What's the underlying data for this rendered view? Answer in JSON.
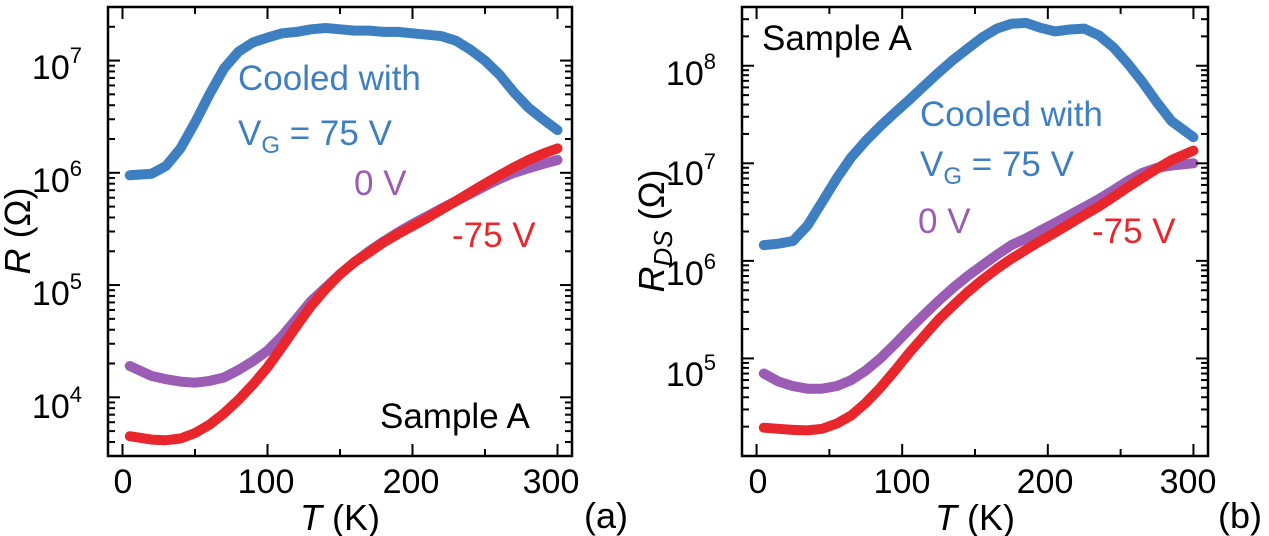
{
  "chart_data": [
    {
      "type": "line",
      "panel_label": "(a)",
      "xlabel_italic": "T",
      "xlabel_rest": " (K)",
      "ylabel_italic": "R",
      "ylabel_rest": " (Ω)",
      "ylog": true,
      "xlim": [
        -10,
        310
      ],
      "ylim": [
        3000,
        30000000
      ],
      "x_ticks": [
        0,
        100,
        200,
        300
      ],
      "x_tick_labels": [
        "0",
        "100",
        "200",
        "300"
      ],
      "y_ticks": [
        10000,
        100000,
        1000000,
        10000000
      ],
      "y_tick_labels": [
        {
          "base": "10",
          "exp": "4"
        },
        {
          "base": "10",
          "exp": "5"
        },
        {
          "base": "10",
          "exp": "6"
        },
        {
          "base": "10",
          "exp": "7"
        }
      ],
      "annotations": {
        "cooled": "Cooled with",
        "vg_prefix": "V",
        "vg_sub": "G",
        "vg_rest": " = 75 V",
        "zero": "0 V",
        "neg": "-75 V",
        "sample": "Sample A"
      },
      "series": [
        {
          "color": "#3e7fc1",
          "x": [
            5,
            20,
            30,
            40,
            50,
            60,
            70,
            80,
            90,
            100,
            110,
            120,
            130,
            140,
            150,
            160,
            170,
            180,
            190,
            200,
            210,
            220,
            230,
            240,
            250,
            260,
            270,
            280,
            290,
            300
          ],
          "y": [
            950000,
            980000,
            1150000,
            1650000,
            2800000,
            5000000,
            8500000,
            12000000,
            14500000,
            16000000,
            17500000,
            18000000,
            19000000,
            19500000,
            19000000,
            18500000,
            18500000,
            18000000,
            18000000,
            17500000,
            17000000,
            16500000,
            15000000,
            12500000,
            10000000,
            7500000,
            5200000,
            3800000,
            3000000,
            2400000
          ]
        },
        {
          "color": "#9a5cb4",
          "x": [
            5,
            20,
            30,
            40,
            50,
            60,
            70,
            80,
            90,
            100,
            110,
            120,
            130,
            140,
            150,
            160,
            170,
            180,
            190,
            200,
            210,
            220,
            230,
            240,
            250,
            260,
            270,
            280,
            290,
            300
          ],
          "y": [
            19000,
            15500,
            14500,
            13800,
            13500,
            14000,
            15000,
            17500,
            21000,
            26000,
            35000,
            50000,
            72000,
            95000,
            125000,
            160000,
            200000,
            245000,
            295000,
            350000,
            410000,
            480000,
            560000,
            650000,
            760000,
            880000,
            1000000,
            1100000,
            1200000,
            1300000
          ]
        },
        {
          "color": "#e8262b",
          "x": [
            5,
            20,
            30,
            40,
            50,
            60,
            70,
            80,
            90,
            100,
            110,
            120,
            130,
            140,
            150,
            160,
            170,
            180,
            190,
            200,
            210,
            220,
            230,
            240,
            250,
            260,
            270,
            280,
            290,
            300
          ],
          "y": [
            4500,
            4200,
            4150,
            4300,
            4800,
            5700,
            7200,
            9500,
            13000,
            18500,
            28000,
            43000,
            65000,
            92000,
            125000,
            160000,
            195000,
            240000,
            285000,
            335000,
            395000,
            470000,
            560000,
            670000,
            800000,
            950000,
            1120000,
            1300000,
            1480000,
            1650000
          ]
        }
      ]
    },
    {
      "type": "line",
      "panel_label": "(b)",
      "xlabel_italic": "T",
      "xlabel_rest": " (K)",
      "ylabel_italic": "R",
      "ylabel_sub": "DS",
      "ylabel_rest": " (Ω)",
      "ylog": true,
      "xlim": [
        -10,
        310
      ],
      "ylim": [
        10000,
        400000000
      ],
      "x_ticks": [
        0,
        100,
        200,
        300
      ],
      "x_tick_labels": [
        "0",
        "100",
        "200",
        "300"
      ],
      "y_ticks": [
        100000,
        1000000,
        10000000,
        100000000
      ],
      "y_tick_labels": [
        {
          "base": "10",
          "exp": "5"
        },
        {
          "base": "10",
          "exp": "6"
        },
        {
          "base": "10",
          "exp": "7"
        },
        {
          "base": "10",
          "exp": "8"
        }
      ],
      "annotations": {
        "cooled": "Cooled with",
        "vg_prefix": "V",
        "vg_sub": "G",
        "vg_rest": " = 75 V",
        "zero": "0 V",
        "neg": "-75 V",
        "sample": "Sample A"
      },
      "series": [
        {
          "color": "#3e7fc1",
          "x": [
            5,
            15,
            25,
            35,
            45,
            55,
            65,
            75,
            85,
            95,
            105,
            115,
            125,
            135,
            145,
            155,
            165,
            175,
            185,
            195,
            205,
            215,
            225,
            235,
            245,
            255,
            265,
            275,
            285,
            300
          ],
          "y": [
            1450000,
            1500000,
            1600000,
            2300000,
            4000000,
            7000000,
            11500000,
            17000000,
            24000000,
            33000000,
            45000000,
            62000000,
            85000000,
            115000000,
            150000000,
            195000000,
            240000000,
            270000000,
            275000000,
            245000000,
            225000000,
            235000000,
            240000000,
            205000000,
            155000000,
            105000000,
            68000000,
            42000000,
            27000000,
            18500000
          ]
        },
        {
          "color": "#9a5cb4",
          "x": [
            5,
            15,
            25,
            35,
            45,
            55,
            65,
            75,
            85,
            95,
            105,
            115,
            125,
            135,
            145,
            155,
            165,
            175,
            185,
            195,
            205,
            215,
            225,
            235,
            245,
            255,
            265,
            275,
            285,
            300
          ],
          "y": [
            70000,
            58000,
            52000,
            49000,
            49000,
            52000,
            60000,
            75000,
            100000,
            140000,
            200000,
            280000,
            390000,
            530000,
            700000,
            900000,
            1150000,
            1450000,
            1700000,
            2050000,
            2450000,
            2950000,
            3550000,
            4300000,
            5300000,
            6600000,
            8000000,
            9000000,
            9500000,
            10000000
          ]
        },
        {
          "color": "#e8262b",
          "x": [
            5,
            15,
            25,
            35,
            45,
            55,
            65,
            75,
            85,
            95,
            105,
            115,
            125,
            135,
            145,
            155,
            165,
            175,
            185,
            195,
            205,
            215,
            225,
            235,
            245,
            255,
            265,
            275,
            285,
            300
          ],
          "y": [
            19500,
            19000,
            18500,
            18300,
            19000,
            21500,
            26000,
            35000,
            50000,
            75000,
            115000,
            170000,
            250000,
            350000,
            480000,
            640000,
            830000,
            1050000,
            1300000,
            1600000,
            1950000,
            2400000,
            2950000,
            3600000,
            4500000,
            5700000,
            7100000,
            8800000,
            10800000,
            13500000
          ]
        }
      ]
    }
  ]
}
